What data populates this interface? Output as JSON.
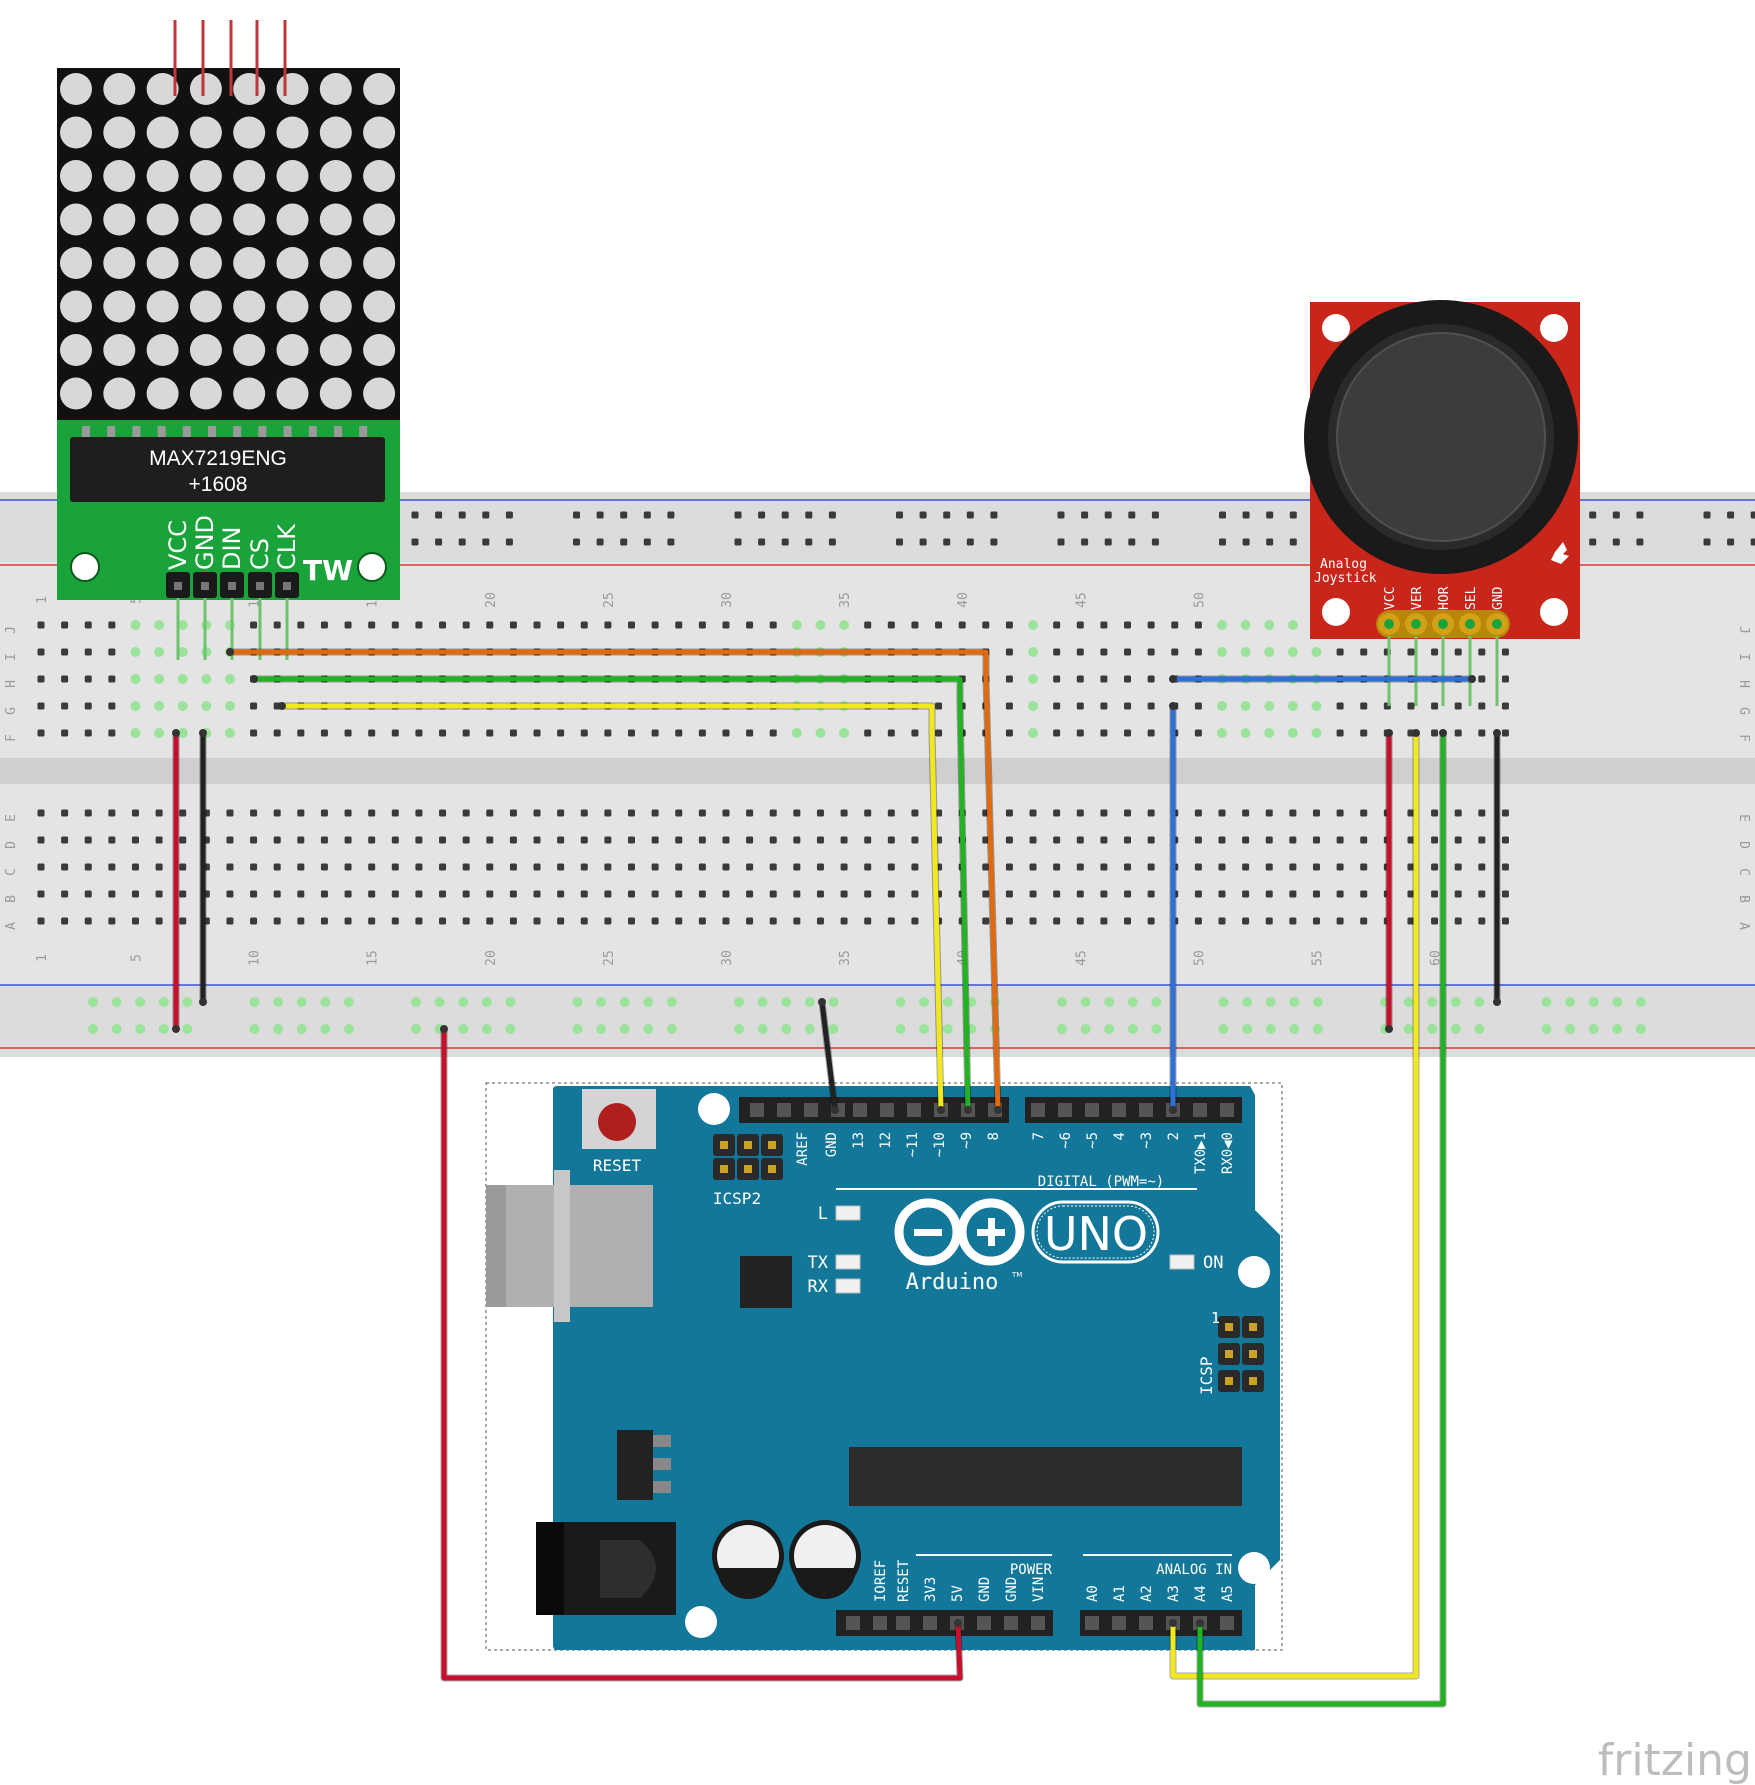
{
  "matrix_module": {
    "chip_label_line1": "MAX7219ENG",
    "chip_label_line2": "+1608",
    "pins": [
      "VCC",
      "GND",
      "DIN",
      "CS",
      "CLK"
    ],
    "logo": "TW"
  },
  "joystick_module": {
    "label_line1": "Analog",
    "label_line2": "Joystick",
    "pins": [
      "VCC",
      "VER",
      "HOR",
      "SEL",
      "GND"
    ]
  },
  "breadboard": {
    "row_letters_top": [
      "J",
      "I",
      "H",
      "G",
      "F"
    ],
    "row_letters_bottom": [
      "E",
      "D",
      "C",
      "B",
      "A"
    ],
    "column_numbers": [
      "1",
      "5",
      "10",
      "15",
      "20",
      "25",
      "30",
      "35",
      "40",
      "45",
      "50",
      "55",
      "60"
    ]
  },
  "arduino": {
    "reset_label": "RESET",
    "icsp2_label": "ICSP2",
    "icsp_label": "ICSP",
    "icsp_pin1": "1",
    "digital_label": "DIGITAL (PWM=~)",
    "digital_pins_left": [
      "AREF",
      "GND",
      "13",
      "12",
      "~11",
      "~10",
      "~9",
      "8"
    ],
    "digital_pins_right": [
      "7",
      "~6",
      "~5",
      "4",
      "~3",
      "2",
      "TX0▶1",
      "RX0◀0"
    ],
    "led_l": "L",
    "led_tx": "TX",
    "led_rx": "RX",
    "led_on": "ON",
    "brand_uno": "UNO",
    "brand_arduino": "Arduino",
    "trademark": "TM",
    "power_label": "POWER",
    "power_pins": [
      "IOREF",
      "RESET",
      "3V3",
      "5V",
      "GND",
      "GND",
      "VIN"
    ],
    "analog_label": "ANALOG IN",
    "analog_pins": [
      "A0",
      "A1",
      "A2",
      "A3",
      "A4",
      "A5"
    ]
  },
  "wire_colors": {
    "red": "#c8102e",
    "black": "#222222",
    "orange": "#e06a10",
    "green": "#22b322",
    "yellow": "#f2e81e",
    "blue": "#2f6fd6"
  },
  "watermark": "fritzing"
}
